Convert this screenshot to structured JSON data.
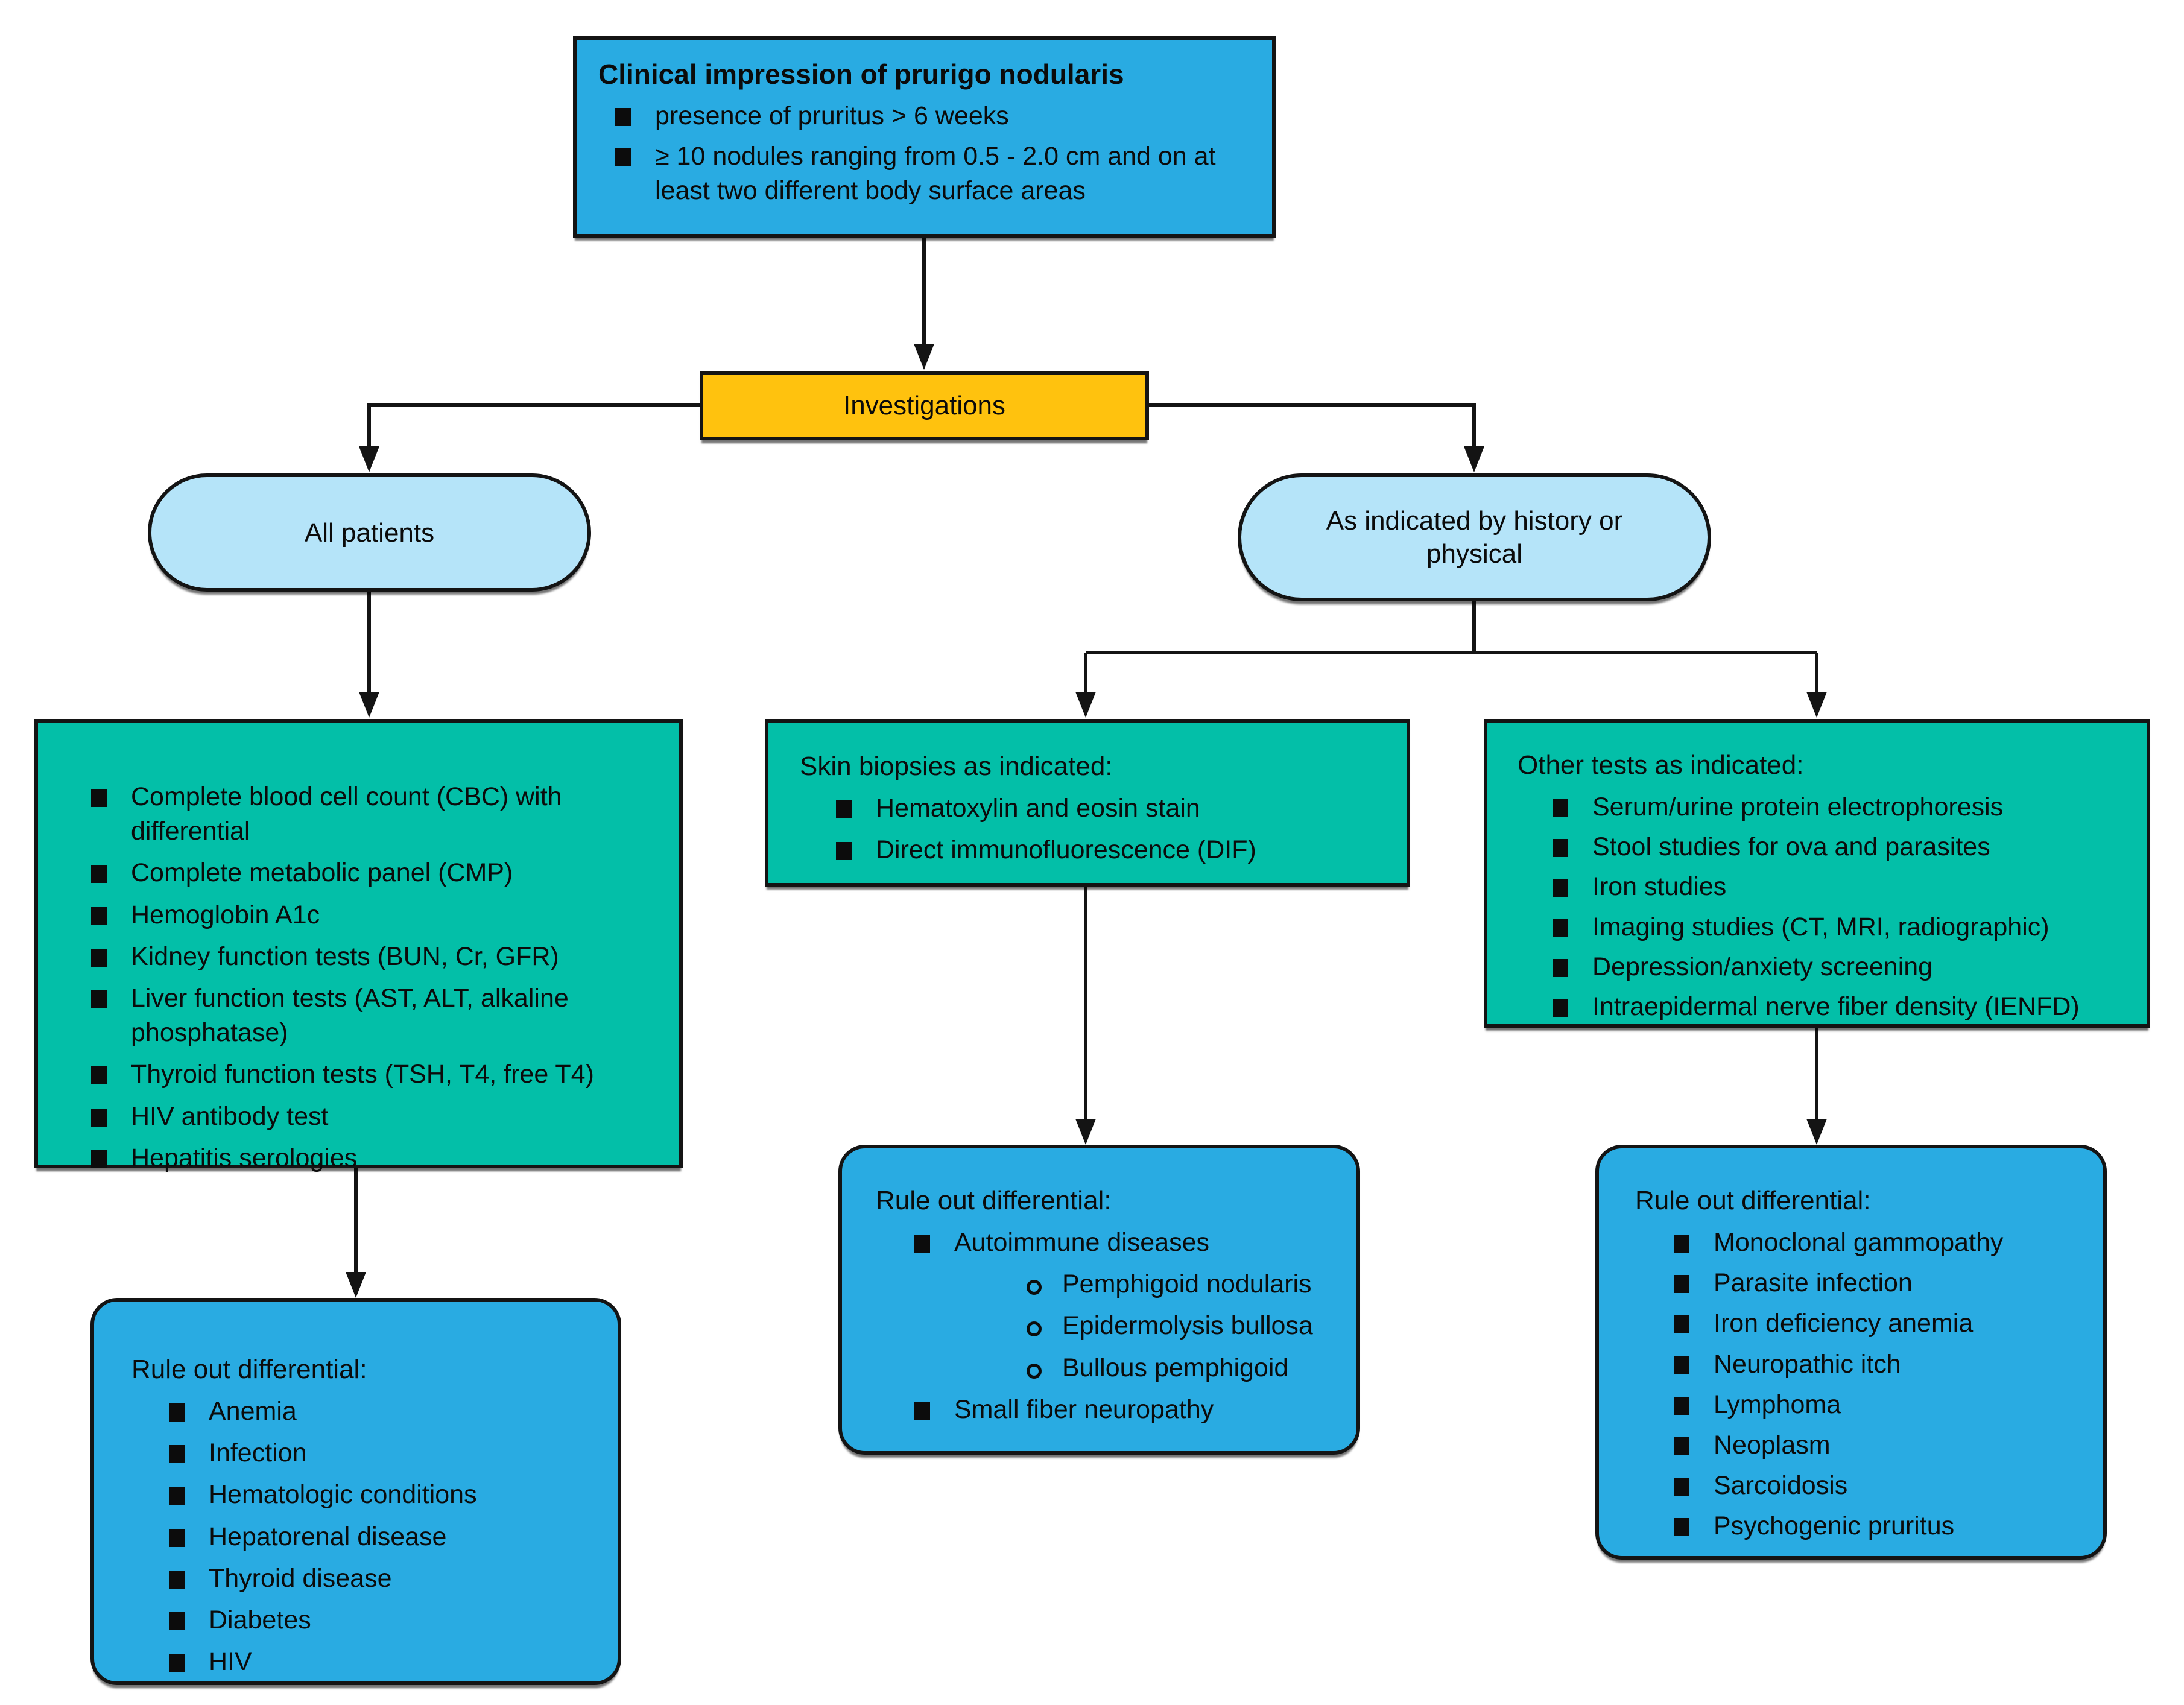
{
  "top_box": {
    "title": "Clinical impression of prurigo nodularis",
    "items": [
      "presence of pruritus > 6 weeks",
      "≥ 10 nodules ranging from 0.5 - 2.0 cm and on at least two different body surface areas"
    ]
  },
  "investigations": {
    "label": "Investigations"
  },
  "oval_all": {
    "label": "All patients"
  },
  "oval_history": {
    "label": "As indicated by history or physical"
  },
  "tests_all": {
    "items": [
      "Complete blood cell count (CBC) with differential",
      "Complete metabolic panel (CMP)",
      "Hemoglobin A1c",
      "Kidney function tests (BUN, Cr, GFR)",
      "Liver function tests (AST, ALT, alkaline phosphatase)",
      "Thyroid function tests (TSH, T4, free T4)",
      "HIV antibody test",
      "Hepatitis serologies"
    ]
  },
  "biopsies": {
    "header": "Skin biopsies as indicated:",
    "items": [
      "Hematoxylin and eosin stain",
      "Direct immunofluorescence (DIF)"
    ]
  },
  "other_tests": {
    "header": "Other tests as indicated:",
    "items": [
      "Serum/urine protein electrophoresis",
      "Stool studies for ova and parasites",
      "Iron studies",
      "Imaging studies (CT, MRI, radiographic)",
      "Depression/anxiety screening",
      "Intraepidermal nerve fiber density (IENFD)"
    ]
  },
  "rule_out_all": {
    "header": "Rule out differential:",
    "items": [
      "Anemia",
      "Infection",
      "Hematologic conditions",
      "Hepatorenal disease",
      "Thyroid disease",
      "Diabetes",
      "HIV"
    ]
  },
  "rule_out_biopsy": {
    "header": "Rule out differential:",
    "items": [
      {
        "label": "Autoimmune diseases",
        "children": [
          "Pemphigoid nodularis",
          "Epidermolysis bullosa",
          "Bullous pemphigoid"
        ]
      },
      {
        "label": "Small fiber neuropathy"
      }
    ]
  },
  "rule_out_other": {
    "header": "Rule out differential:",
    "items": [
      "Monoclonal gammopathy",
      "Parasite infection",
      "Iron deficiency anemia",
      "Neuropathic itch",
      "Lymphoma",
      "Neoplasm",
      "Sarcoidosis",
      "Psychogenic pruritus"
    ]
  },
  "icons": {
    "bullet": "filled-square",
    "sub_bullet": "open-circle",
    "connector_arrow": "solid-triangle-down"
  },
  "colors": {
    "node_blue": "#29ABE2",
    "node_teal": "#03BFA8",
    "node_light_blue": "#B5E4F9",
    "node_yellow": "#FFC20E",
    "outline": "#141414",
    "background": "#FFFFFF"
  }
}
